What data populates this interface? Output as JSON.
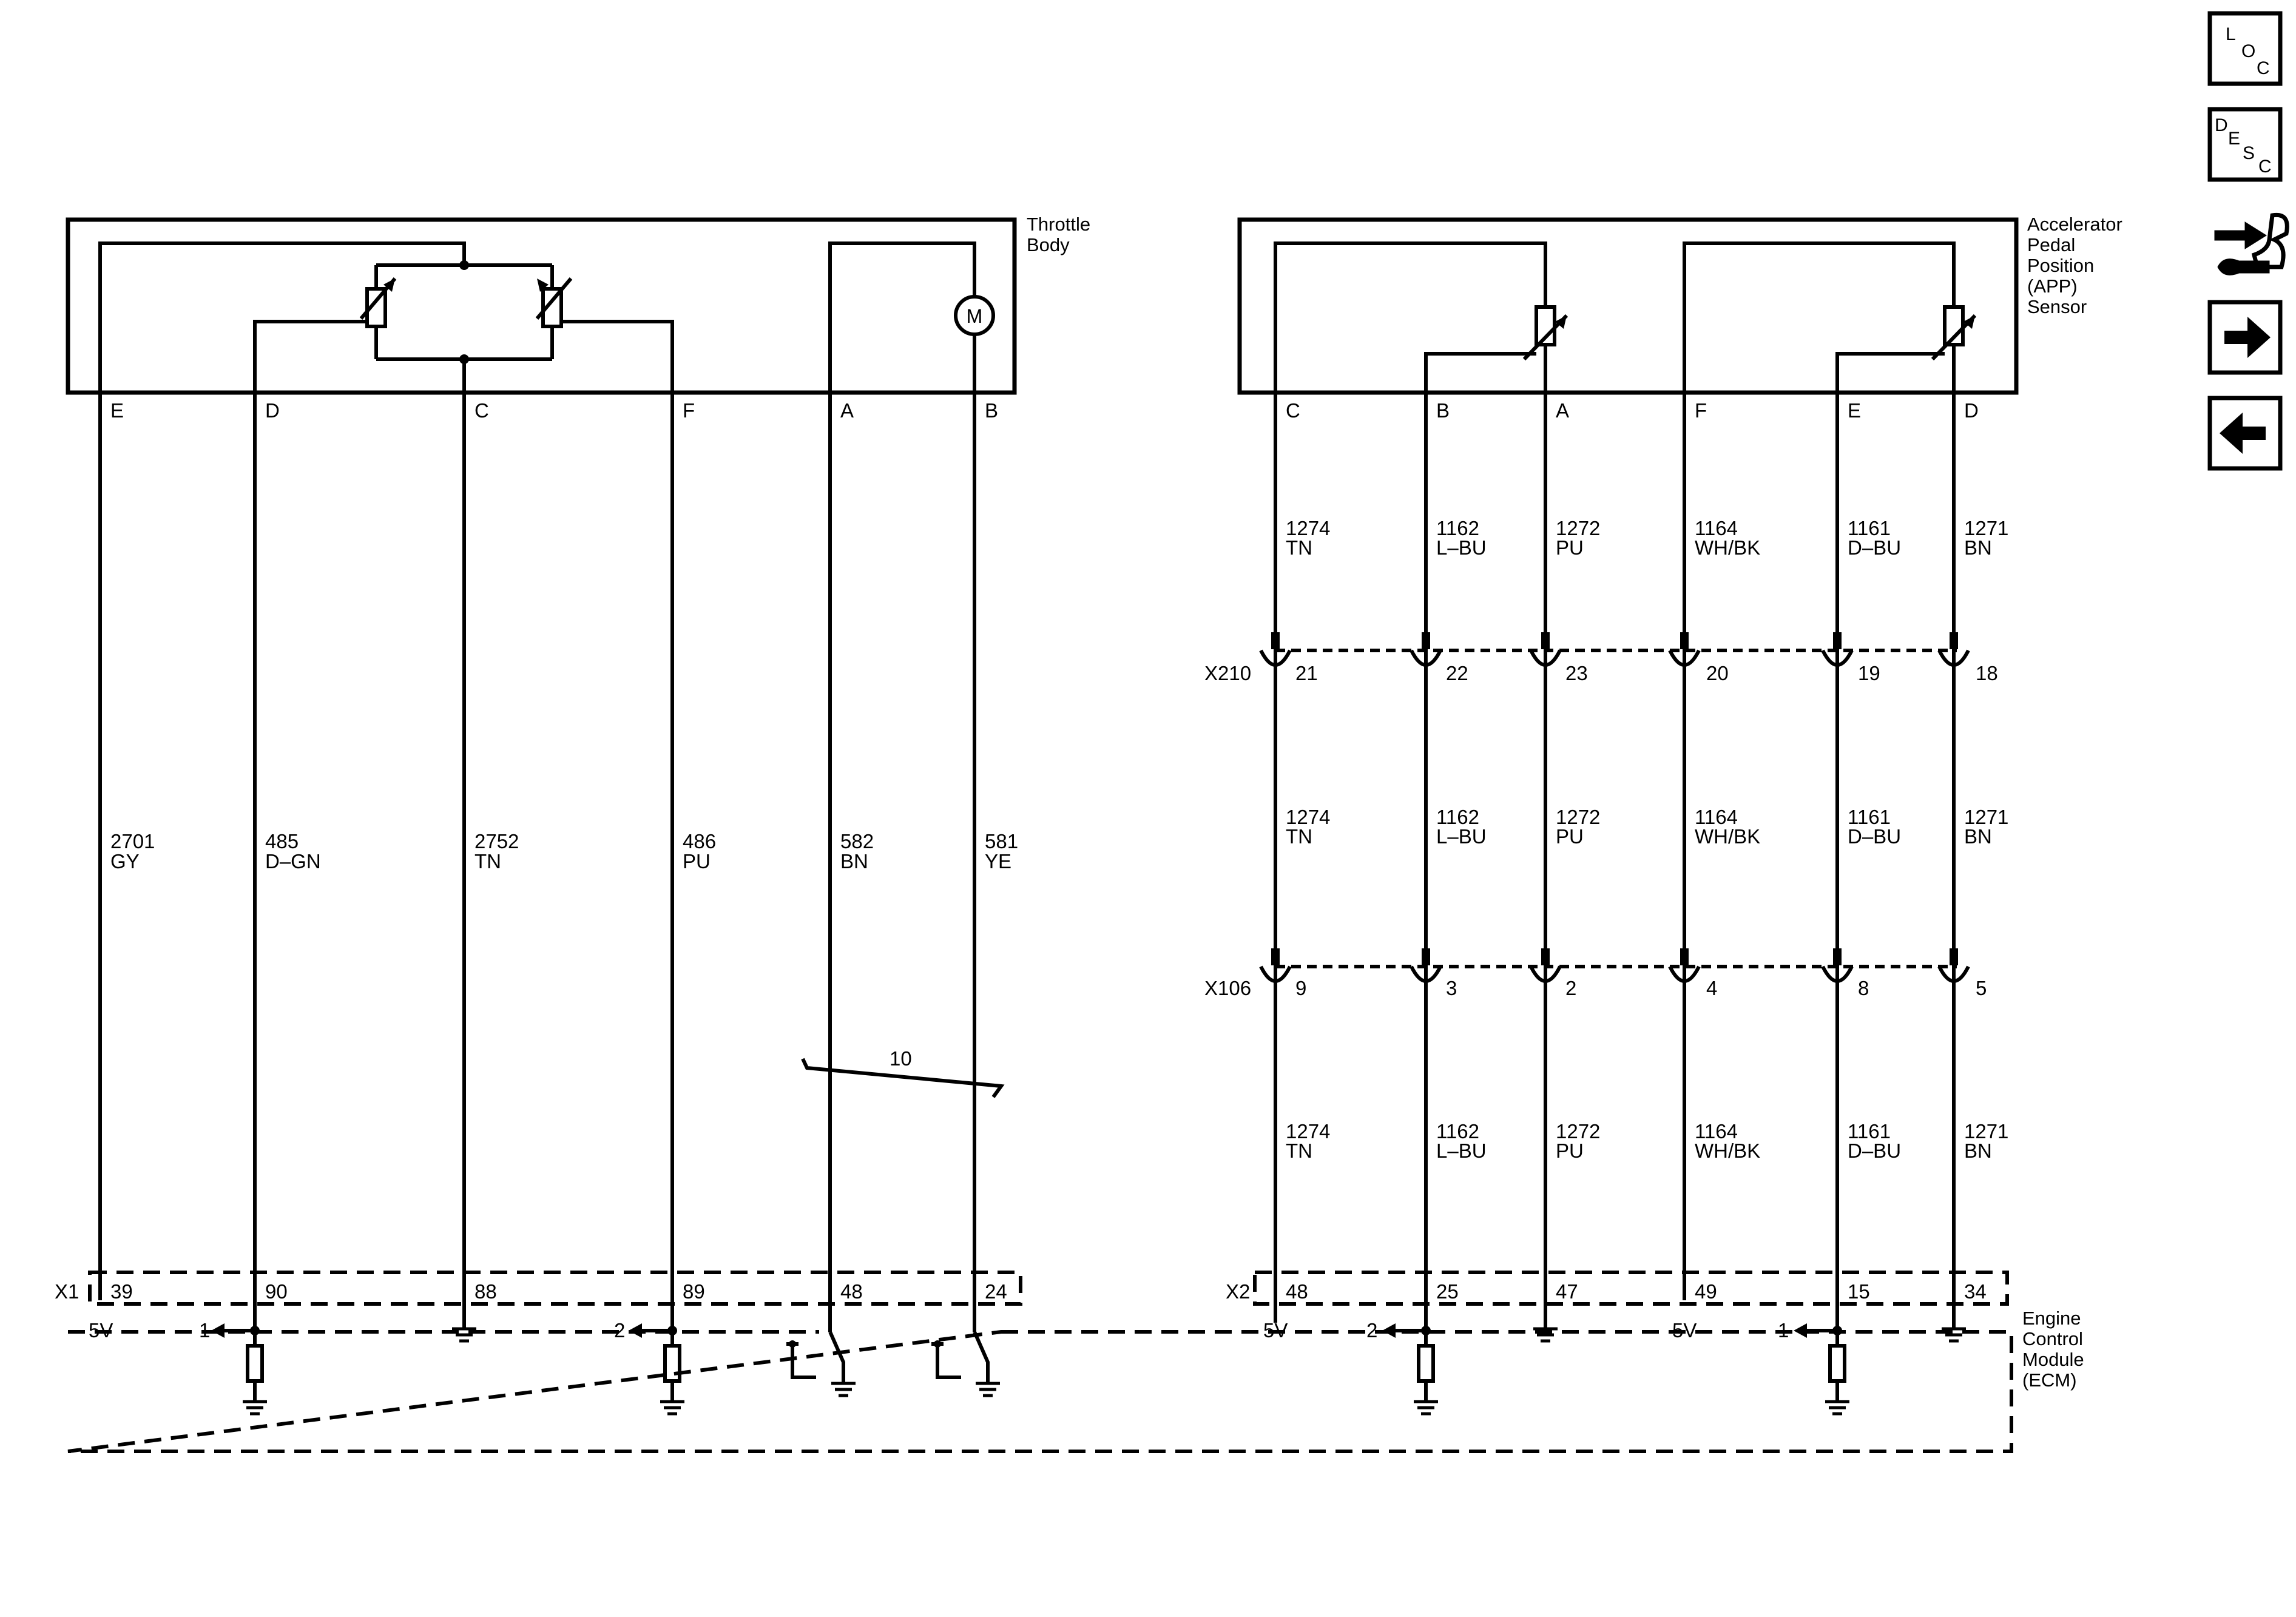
{
  "components": {
    "throttle_body": [
      "Throttle",
      "Body"
    ],
    "app_sensor": [
      "Accelerator",
      "Pedal",
      "Position",
      "(APP)",
      "Sensor"
    ],
    "ecm": [
      "Engine",
      "Control",
      "Module",
      "(ECM)"
    ]
  },
  "throttle_body": {
    "pins": [
      "E",
      "D",
      "C",
      "F",
      "A",
      "B"
    ],
    "wires": [
      {
        "circuit": "2701",
        "color": "GY"
      },
      {
        "circuit": "485",
        "color": "D–GN"
      },
      {
        "circuit": "2752",
        "color": "TN"
      },
      {
        "circuit": "486",
        "color": "PU"
      },
      {
        "circuit": "582",
        "color": "BN"
      },
      {
        "circuit": "581",
        "color": "YE"
      }
    ],
    "motor_symbol": "M",
    "twisted_pair_label": "10"
  },
  "x1": {
    "name": "X1",
    "pins": [
      "39",
      "90",
      "88",
      "89",
      "48",
      "24"
    ]
  },
  "app_sensor": {
    "pins": [
      "C",
      "B",
      "A",
      "F",
      "E",
      "D"
    ],
    "wires": [
      {
        "circuit": "1274",
        "color": "TN"
      },
      {
        "circuit": "1162",
        "color": "L–BU"
      },
      {
        "circuit": "1272",
        "color": "PU"
      },
      {
        "circuit": "1164",
        "color": "WH/BK"
      },
      {
        "circuit": "1161",
        "color": "D–BU"
      },
      {
        "circuit": "1271",
        "color": "BN"
      }
    ]
  },
  "x210": {
    "name": "X210",
    "pins": [
      "21",
      "22",
      "23",
      "20",
      "19",
      "18"
    ]
  },
  "x106": {
    "name": "X106",
    "pins": [
      "9",
      "3",
      "2",
      "4",
      "8",
      "5"
    ]
  },
  "x2": {
    "name": "X2",
    "pins": [
      "48",
      "25",
      "47",
      "49",
      "15",
      "34"
    ]
  },
  "ecm_labels": {
    "left_5v": "5V",
    "left_ref1": "1",
    "left_ref2": "2",
    "right_5v_a": "5V",
    "right_ref2": "2",
    "right_5v_b": "5V",
    "right_ref1": "1"
  },
  "nav": {
    "loc": [
      "L",
      "O",
      "C"
    ],
    "desc": [
      "D",
      "E",
      "S",
      "C"
    ],
    "connector_icon": "connector-wrench-icon",
    "next_icon": "arrow-right-icon",
    "prev_icon": "arrow-left-icon"
  }
}
